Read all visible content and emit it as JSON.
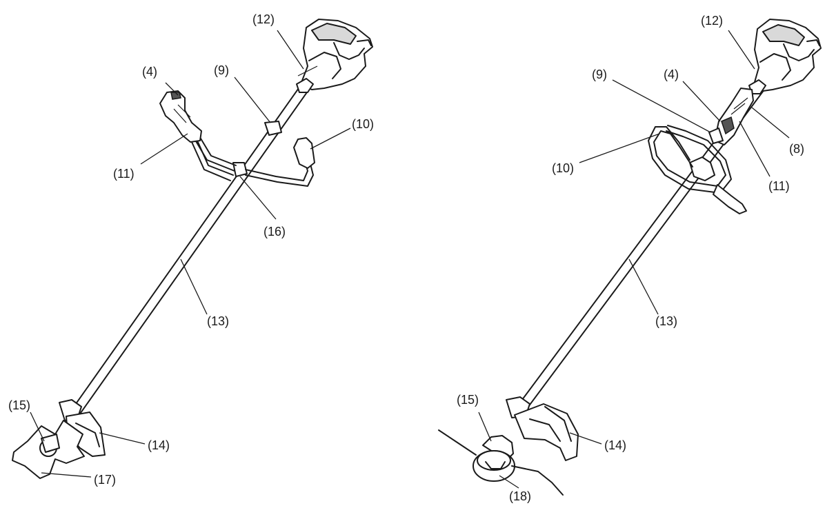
{
  "figure": {
    "left_unit": {
      "labels": {
        "l4": "(4)",
        "l9": "(9)",
        "l10": "(10)",
        "l11": "(11)",
        "l12": "(12)",
        "l13": "(13)",
        "l14": "(14)",
        "l15": "(15)",
        "l16": "(16)",
        "l17": "(17)"
      }
    },
    "right_unit": {
      "labels": {
        "l4": "(4)",
        "l8": "(8)",
        "l9": "(9)",
        "l10": "(10)",
        "l11": "(11)",
        "l12": "(12)",
        "l13": "(13)",
        "l14": "(14)",
        "l15": "(15)",
        "l18": "(18)"
      }
    }
  }
}
